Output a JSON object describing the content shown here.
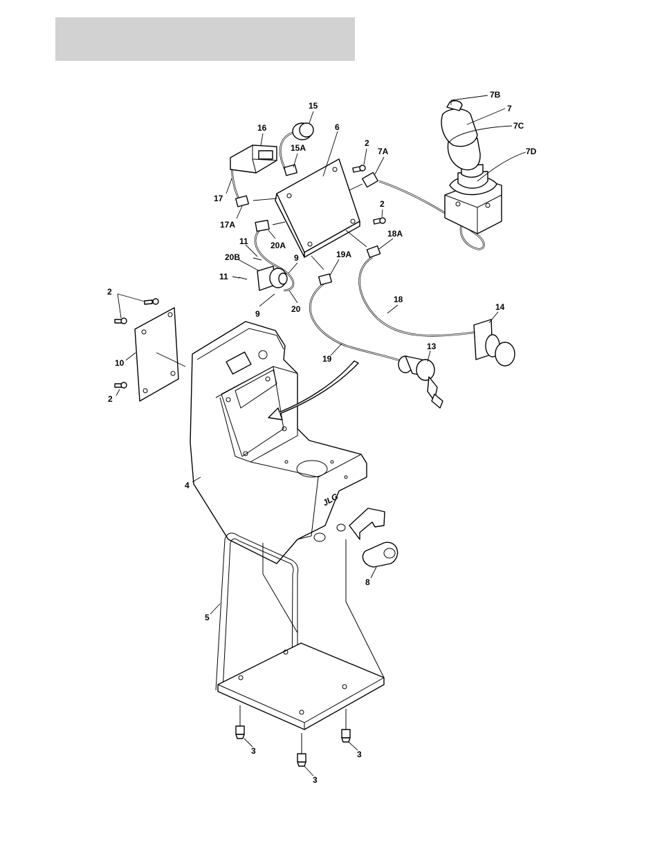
{
  "diagram": {
    "header": {
      "fill": "#d2d2d2"
    },
    "logo": {
      "text": "JLG"
    },
    "callouts": {
      "c7B": "7B",
      "c7": "7",
      "c7C": "7C",
      "c7D": "7D",
      "c15": "15",
      "c16": "16",
      "c15A": "15A",
      "c6": "6",
      "c2a": "2",
      "c7A": "7A",
      "c17": "17",
      "c2b": "2",
      "c17A": "17A",
      "c11a": "11",
      "c20A": "20A",
      "c18A": "18A",
      "c20B": "20B",
      "c9a": "9",
      "c19A": "19A",
      "c11b": "11",
      "c2c": "2",
      "c18": "18",
      "c14": "14",
      "c9b": "9",
      "c20": "20",
      "c13": "13",
      "c19": "19",
      "c10": "10",
      "c2d": "2",
      "c4": "4",
      "c8": "8",
      "c5": "5",
      "c3a": "3",
      "c3b": "3",
      "c3c": "3"
    }
  }
}
